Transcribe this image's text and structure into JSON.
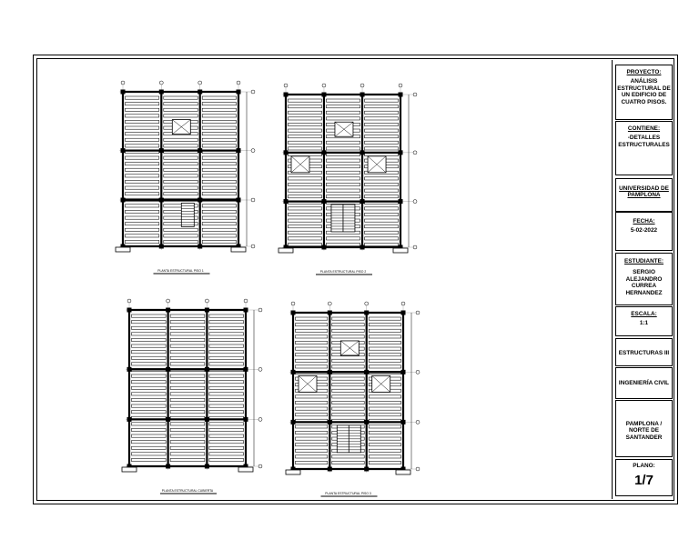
{
  "plans": [
    {
      "id": "plan-1",
      "caption": "PLANTA ESTRUCTURAL PISO 1",
      "stairs": "left",
      "voids": 1
    },
    {
      "id": "plan-2",
      "caption": "PLANTA ESTRUCTURAL PISO 2",
      "stairs": "center",
      "voids": 3
    },
    {
      "id": "plan-3",
      "caption": "PLANTA ESTRUCTURAL CUBIERTA",
      "stairs": "none",
      "voids": 0
    },
    {
      "id": "plan-4",
      "caption": "PLANTA ESTRUCTURAL PISO 3",
      "stairs": "center",
      "voids": 3
    }
  ],
  "titleblock": {
    "proyecto_label": "PROYECTO:",
    "proyecto_value": "ANÁLISIS ESTRUCTURAL DE UN EDIFICIO DE CUATRO PISOS.",
    "contiene_label": "CONTIENE:",
    "contiene_value": "-DETALLES ESTRUCTURALES",
    "universidad": "UNIVERSIDAD DE PAMPLONA",
    "fecha_label": "FECHA:",
    "fecha_value": "5-02-2022",
    "estudiante_label": "ESTUDIANTE:",
    "estudiante_value": "SERGIO ALEJANDRO CURREA HERNANDEZ",
    "escala_label": "ESCALA:",
    "escala_value": "1:1",
    "materia": "ESTRUCTURAS III",
    "carrera": "INGENIERÍA CIVIL",
    "ubicacion": "PAMPLONA / NORTE DE SANTANDER",
    "plano_label": "PLANO:",
    "plano_value": "1/7"
  }
}
